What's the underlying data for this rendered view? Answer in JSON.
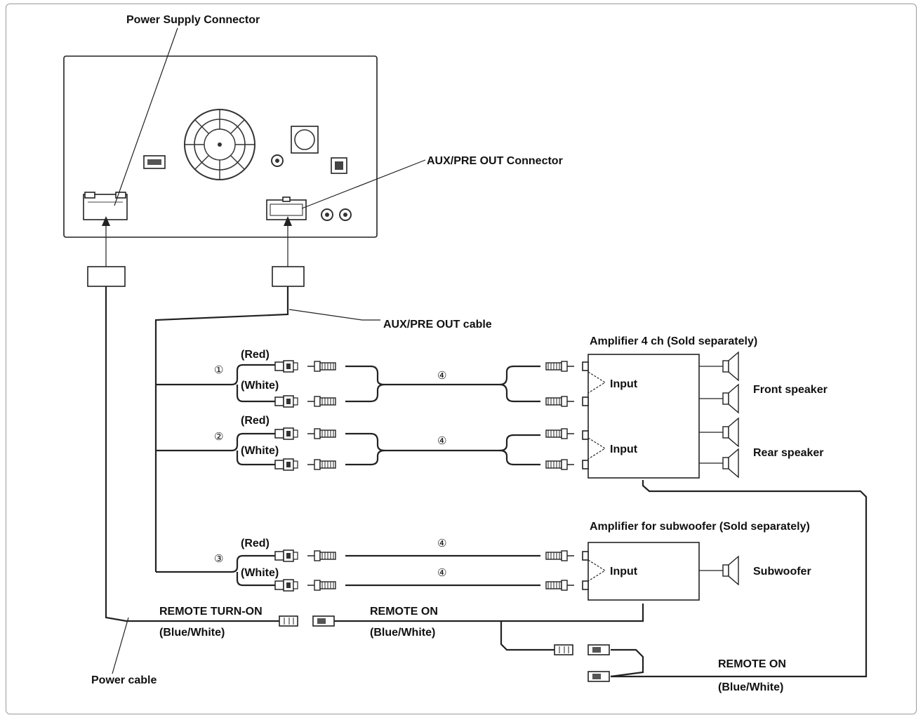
{
  "labels": {
    "power_supply_connector": "Power Supply Connector",
    "aux_pre_out_connector": "AUX/PRE OUT Connector",
    "aux_pre_out_cable": "AUX/PRE OUT cable",
    "amp_4ch": "Amplifier 4 ch (Sold separately)",
    "amp_sub": "Amplifier for subwoofer (Sold separately)",
    "front_speaker": "Front speaker",
    "rear_speaker": "Rear speaker",
    "subwoofer": "Subwoofer",
    "input": "Input",
    "red": "(Red)",
    "white": "(White)",
    "remote_turn_on": "REMOTE TURN-ON",
    "remote_on": "REMOTE ON",
    "blue_white": "(Blue/White)",
    "power_cable": "Power cable"
  },
  "markers": {
    "one": "①",
    "two": "②",
    "three": "③",
    "four": "④"
  }
}
